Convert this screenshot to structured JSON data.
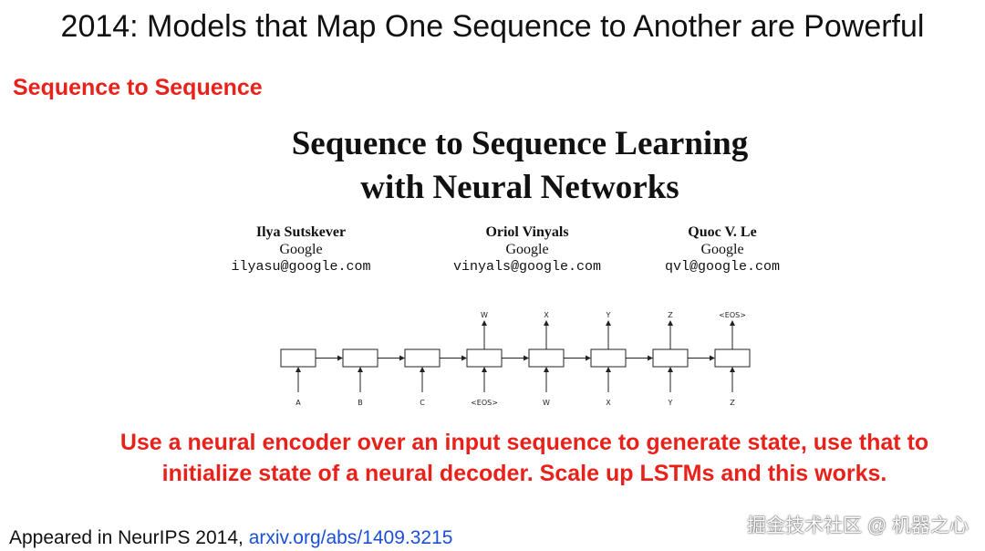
{
  "slide_title": "2014: Models that Map One Sequence to Another are Powerful",
  "subtitle": "Sequence to Sequence",
  "paper": {
    "title_line1": "Sequence to Sequence Learning",
    "title_line2": "with Neural Networks",
    "authors": [
      {
        "name": "Ilya Sutskever",
        "affiliation": "Google",
        "email": "ilyasu@google.com"
      },
      {
        "name": "Oriol Vinyals",
        "affiliation": "Google",
        "email": "vinyals@google.com"
      },
      {
        "name": "Quoc V. Le",
        "affiliation": "Google",
        "email": "qvl@google.com"
      }
    ]
  },
  "diagram": {
    "inputs": [
      "A",
      "B",
      "C",
      "<EOS>",
      "W",
      "X",
      "Y",
      "Z"
    ],
    "outputs": [
      "",
      "",
      "",
      "W",
      "X",
      "Y",
      "Z",
      "<EOS>"
    ]
  },
  "caption_line1": "Use a neural encoder over an input sequence to generate state, use that to",
  "caption_line2": "initialize state of a neural decoder.  Scale up LSTMs and this works.",
  "footer": {
    "text": "Appeared in NeurIPS 2014, ",
    "link": "arxiv.org/abs/1409.3215"
  },
  "watermark": "掘金技术社区 @ 机器之心"
}
